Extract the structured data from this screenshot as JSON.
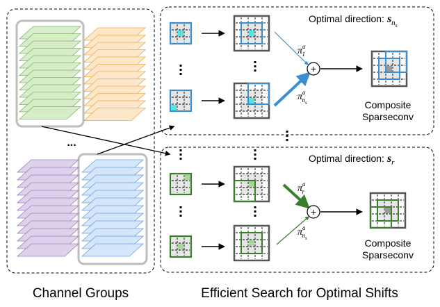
{
  "left_panel": {
    "ellipsis": "...",
    "caption": "Channel Groups",
    "colors": {
      "green": "#d6ecc6",
      "green_edge": "#7fb46a",
      "orange": "#fde7c7",
      "orange_edge": "#f0a64f",
      "purple": "#dcd0ea",
      "purple_edge": "#9a7fc0",
      "blue": "#d4e6fa",
      "blue_edge": "#6a9ee0"
    }
  },
  "top_panel": {
    "title_prefix": "Optimal direction:",
    "symbol": "s",
    "subscript": "n",
    "subsubscript": "s",
    "pi_upper_sym": "π",
    "pi_upper_sup": "a",
    "pi_upper_sub": "1",
    "pi_lower_sym": "π",
    "pi_lower_sup": "a",
    "pi_lower_sub": "n",
    "pi_lower_subsub": "s",
    "result_line1": "Composite",
    "result_line2": "Sparseconv",
    "accent": "#3b8fd0",
    "fill": "#55e3e8"
  },
  "bottom_panel": {
    "title_prefix": "Optimal direction:",
    "symbol": "s",
    "subscript": "r",
    "pi_upper_sym": "π",
    "pi_upper_sup": "a",
    "pi_upper_sub": "r",
    "pi_lower_sym": "π",
    "pi_lower_sup": "a",
    "pi_lower_sub": "n",
    "pi_lower_subsub": "s",
    "result_line1": "Composite",
    "result_line2": "Sparseconv",
    "accent": "#3a7d2b",
    "fill": "#a8d59a"
  },
  "plus_symbol": "+",
  "right_caption": "Efficient Search for Optimal Shifts",
  "colors": {
    "gray_square": "#e6e6e6",
    "dark_cell": "#9a9a9a",
    "kernel_border": "#555555"
  }
}
